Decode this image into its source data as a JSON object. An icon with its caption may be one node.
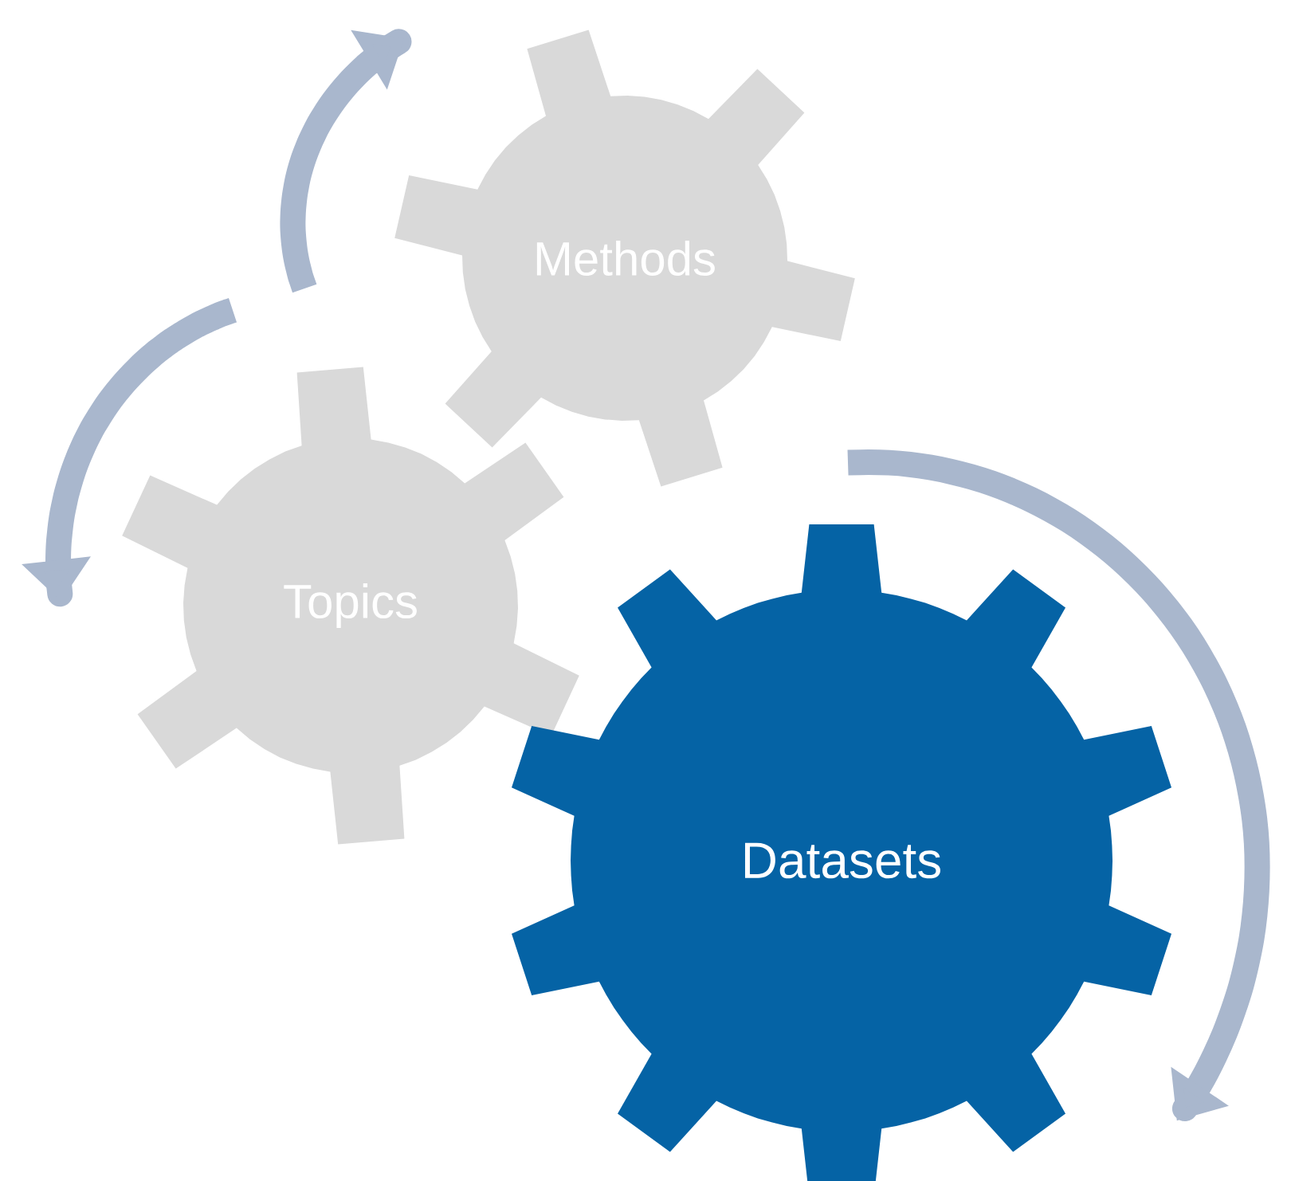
{
  "diagram": {
    "nodes": [
      {
        "text": [
          "Methods"
        ]
      },
      {
        "text": [
          "Topics"
        ]
      },
      {
        "text": [
          "Datasets"
        ]
      }
    ]
  }
}
